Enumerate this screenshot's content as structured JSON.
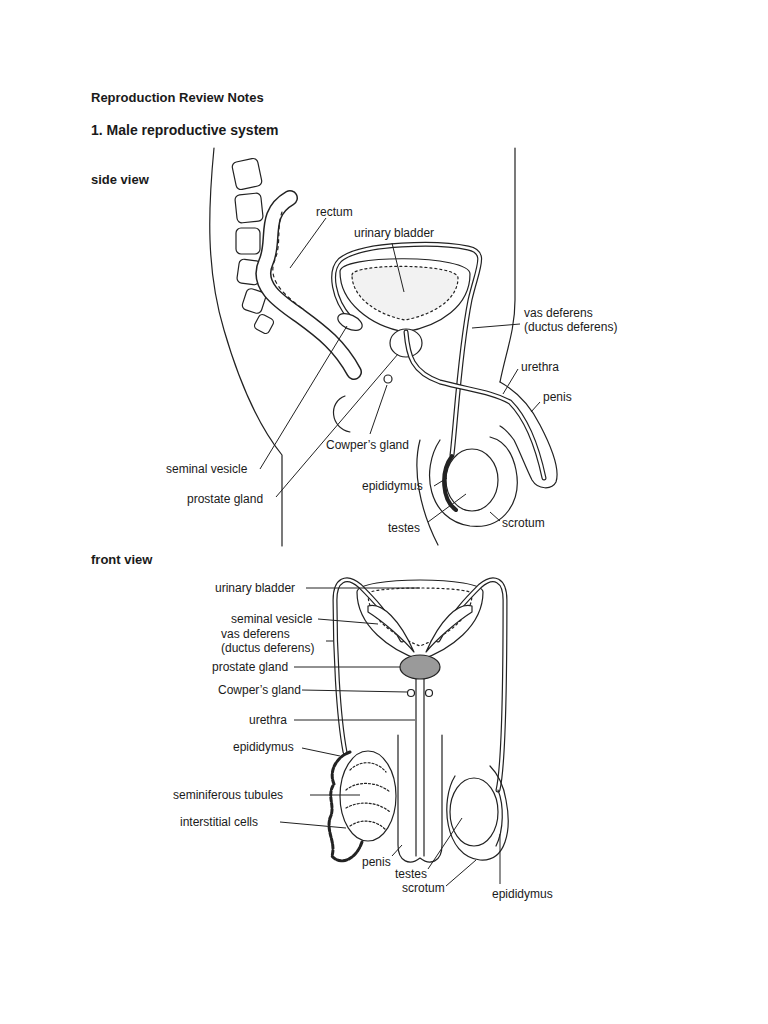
{
  "diagram": {
    "title": "Reproduction Review Notes",
    "labels": [
      "1. Male reproductive system",
      "side view",
      "rectum",
      "urinary bladder",
      "vas deferens (ductus deferens)",
      "urethra",
      "penis",
      "Cowper’s gland",
      "seminal vesicle",
      "epididymus",
      "prostate gland",
      "testes",
      "scrotum",
      "front view",
      "urinary bladder",
      "seminal vesicle",
      "vas deferens (ductus deferens)",
      "prostate gland",
      "Cowper’s gland",
      "urethra",
      "epididymus",
      "seminiferous tubules",
      "interstitial cells",
      "penis",
      "testes",
      "scrotum",
      "epididymus"
    ]
  }
}
